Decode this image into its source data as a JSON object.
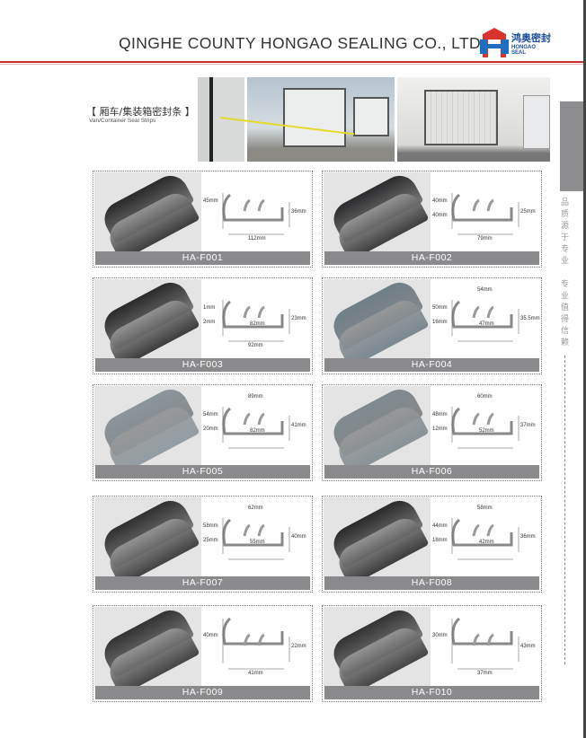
{
  "header": {
    "company": "QINGHE COUNTY HONGAO SEALING CO., LTD.",
    "logo_cn": "鸿奥密封",
    "logo_en": "HONGAO SEAL"
  },
  "section": {
    "title_cn": "【 厢车/集装箱密封条 】",
    "title_en": "Van/Container Seal Strips"
  },
  "side_text": [
    "品",
    "质",
    "源",
    "于",
    "专",
    "业",
    "",
    "专",
    "业",
    "值",
    "得",
    "信",
    "赖"
  ],
  "colors": {
    "accent_red": "#c9302c",
    "logo_blue": "#1f4e9c",
    "bar_gray": "#8a8a8c"
  },
  "products": [
    {
      "code": "HA-F001",
      "color": "#2a2a2a",
      "dims": {
        "left": [
          "45mm"
        ],
        "right": "36mm",
        "bottom": "112mm"
      }
    },
    {
      "code": "HA-F002",
      "color": "#2c2c2e",
      "dims": {
        "left": [
          "40mm",
          "40mm"
        ],
        "right": "25mm",
        "bottom": "79mm"
      }
    },
    {
      "code": "HA-F003",
      "color": "#2a2a2a",
      "dims": {
        "left": [
          "1mm",
          "2mm"
        ],
        "right": "23mm",
        "mid": "82mm",
        "bottom": "92mm"
      }
    },
    {
      "code": "HA-F004",
      "color": "#6f7f88",
      "dims": {
        "top": "54mm",
        "left": [
          "50mm",
          "16mm"
        ],
        "right": "35.5mm",
        "mid": "47mm"
      }
    },
    {
      "code": "HA-F005",
      "color": "#8a959c",
      "dims": {
        "top": "89mm",
        "left": [
          "54mm",
          "20mm"
        ],
        "right": "41mm",
        "mid": "82mm"
      }
    },
    {
      "code": "HA-F006",
      "color": "#7f8a90",
      "dims": {
        "top": "60mm",
        "left": [
          "48mm",
          "12mm"
        ],
        "right": "37mm",
        "mid": "52mm"
      }
    },
    {
      "code": "HA-F007",
      "color": "#303030",
      "dims": {
        "top": "62mm",
        "left": [
          "58mm",
          "25mm"
        ],
        "right": "40mm",
        "mid": "55mm"
      }
    },
    {
      "code": "HA-F008",
      "color": "#2a2a2a",
      "dims": {
        "top": "58mm",
        "left": [
          "44mm",
          "18mm"
        ],
        "right": "36mm",
        "mid": "42mm"
      }
    },
    {
      "code": "HA-F009",
      "color": "#333333",
      "dims": {
        "left": [
          "40mm"
        ],
        "right": "22mm",
        "bottom": "41mm"
      }
    },
    {
      "code": "HA-F010",
      "color": "#333333",
      "dims": {
        "left": [
          "30mm"
        ],
        "right": "43mm",
        "bottom": "37mm"
      }
    }
  ]
}
